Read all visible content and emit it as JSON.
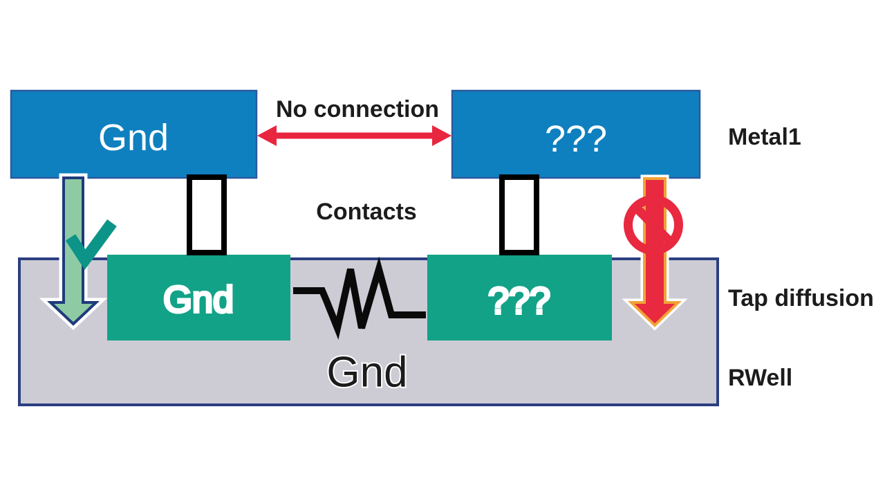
{
  "metal_layer": {
    "left_label": "Gnd",
    "right_label": "???",
    "legend": "Metal1"
  },
  "connection": {
    "label": "No connection"
  },
  "contacts": {
    "label": "Contacts"
  },
  "tap": {
    "left_label": "Gnd",
    "right_label": "???",
    "legend": "Tap diffusion"
  },
  "rwell": {
    "label": "Gnd",
    "legend": "RWell"
  },
  "colors": {
    "metal_blue": "#0f80bf",
    "metal_border": "#2a5a9e",
    "tap_green": "#12a287",
    "rwell_gray": "#cdccd5",
    "rwell_border": "#2b3f80",
    "contact_black": "#000000",
    "contact_fill": "#ffffff",
    "resistor_black": "#0a0a0a",
    "connection_red": "#e82640",
    "arrow_green_fill": "#8ecaa4",
    "arrow_green_outline": "#1f3b7c",
    "check_teal": "#0d9488",
    "arrow_red_fill": "#e8293f",
    "arrow_red_outline": "#f2a238",
    "halo_white": "#ffffff",
    "text_black": "#1c1c1c",
    "text_white": "#ffffff"
  }
}
